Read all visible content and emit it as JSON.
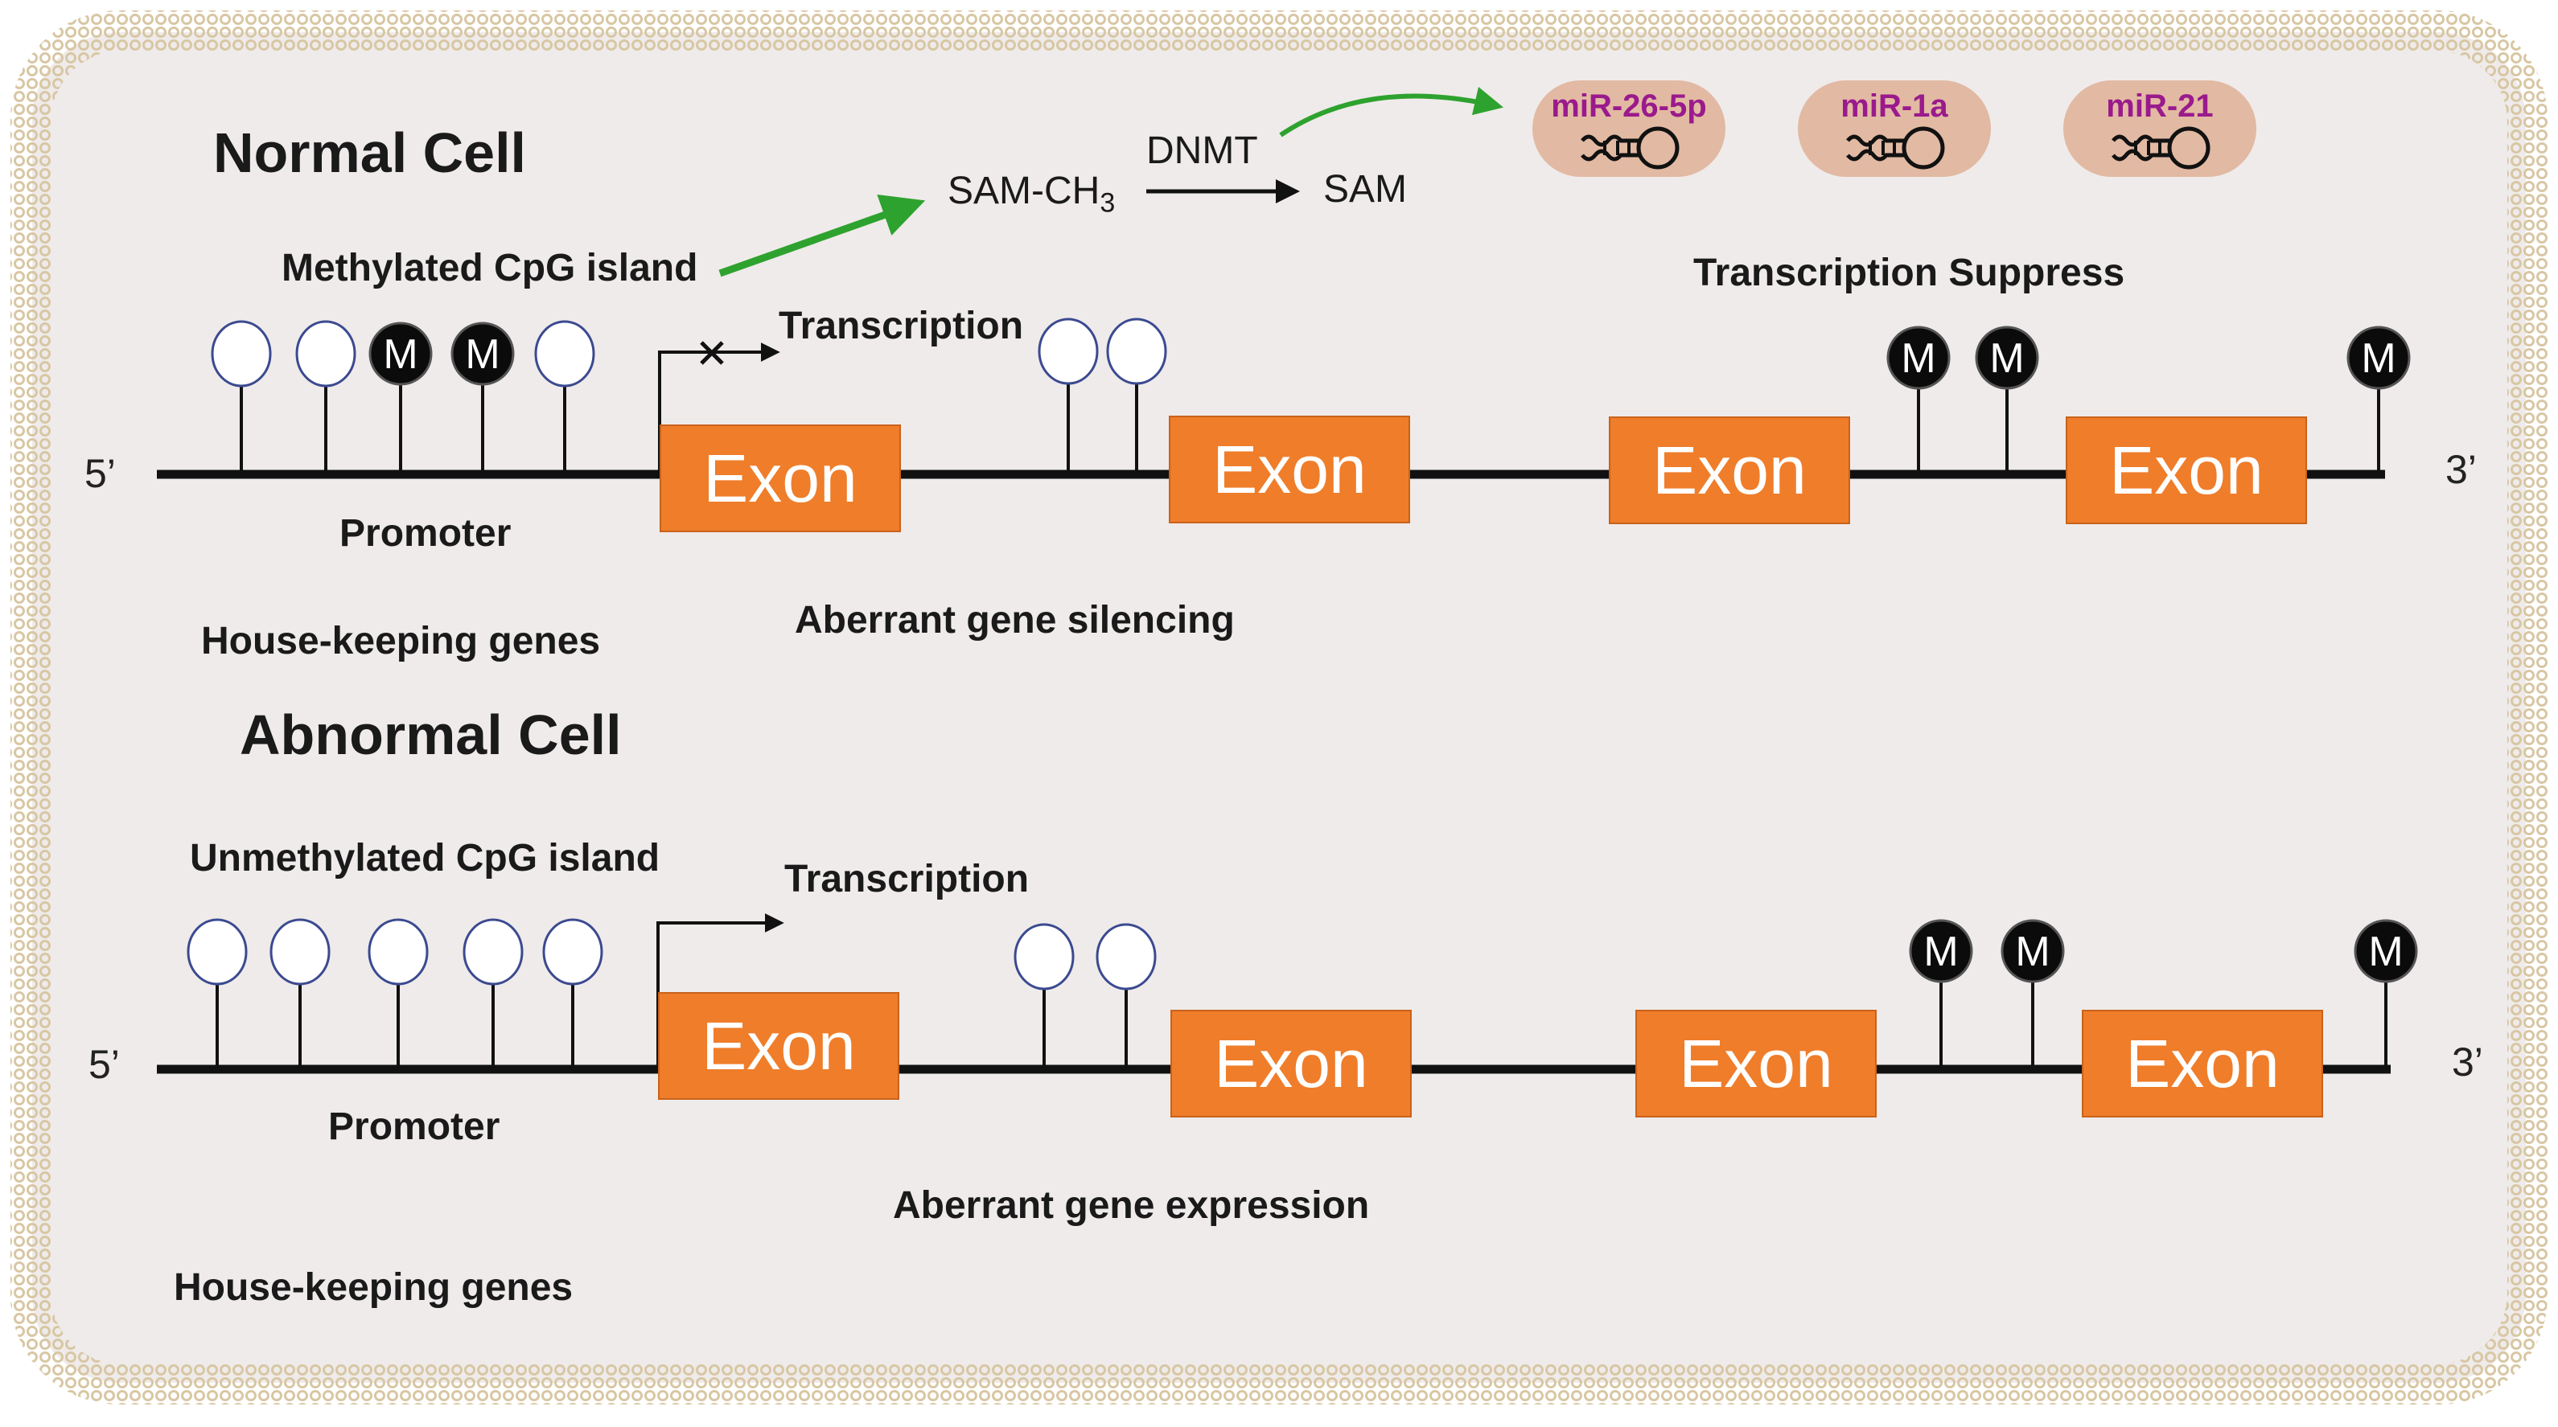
{
  "normal": {
    "title": "Normal Cell",
    "cpg_label": "Methylated CpG island",
    "transcription_label": "Transcription",
    "promoter_label": "Promoter",
    "housekeeping_label": "House-keeping genes",
    "aberrant_label": "Aberrant gene silencing",
    "suppress_label": "Transcription Suppress",
    "prime5": "5’",
    "prime3": "3’",
    "exons": [
      "Exon",
      "Exon",
      "Exon",
      "Exon"
    ],
    "methyl_mark": "M",
    "transcription_blocked": true
  },
  "abnormal": {
    "title": "Abnormal Cell",
    "cpg_label": "Unmethylated CpG island",
    "transcription_label": "Transcription",
    "promoter_label": "Promoter",
    "housekeeping_label": "House-keeping genes",
    "aberrant_label": "Aberrant gene expression",
    "prime5": "5’",
    "prime3": "3’",
    "exons": [
      "Exon",
      "Exon",
      "Exon",
      "Exon"
    ],
    "methyl_mark": "M",
    "transcription_blocked": false
  },
  "pathway": {
    "sam_ch3": "SAM-CH",
    "sam_ch3_sub": "3",
    "enzyme": "DNMT",
    "sam": "SAM"
  },
  "mirnas": [
    "miR-26-5p",
    "miR-1a",
    "miR-21"
  ],
  "colors": {
    "background": "#efebea",
    "border_beads": "#d8c7a4",
    "exon": "#ef7d2a",
    "methylated": "#0b0b0b",
    "unmethylated_stroke": "#3b4a90",
    "arrow_green": "#2ea22e",
    "mirna_bg": "#e2b9a3",
    "mirna_text": "#9a1a8c"
  }
}
